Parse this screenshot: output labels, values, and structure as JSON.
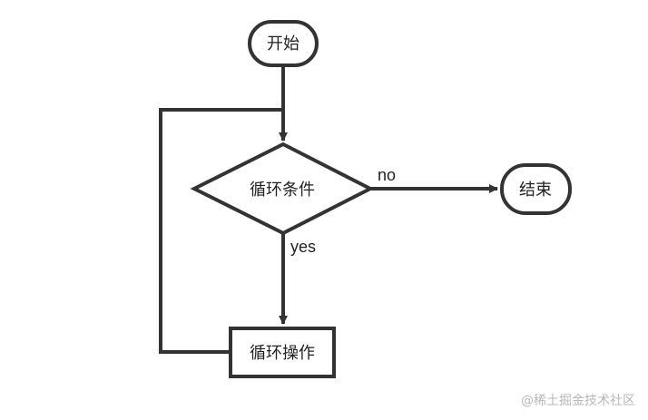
{
  "nodes": {
    "start": "开始",
    "condition": "循环条件",
    "operation": "循环操作",
    "end": "结束"
  },
  "edges": {
    "no_label": "no",
    "yes_label": "yes"
  },
  "watermark": "@稀土掘金技术社区",
  "colors": {
    "stroke": "#333333",
    "text": "#222222",
    "watermark": "#b8b8b8",
    "background": "#ffffff"
  }
}
